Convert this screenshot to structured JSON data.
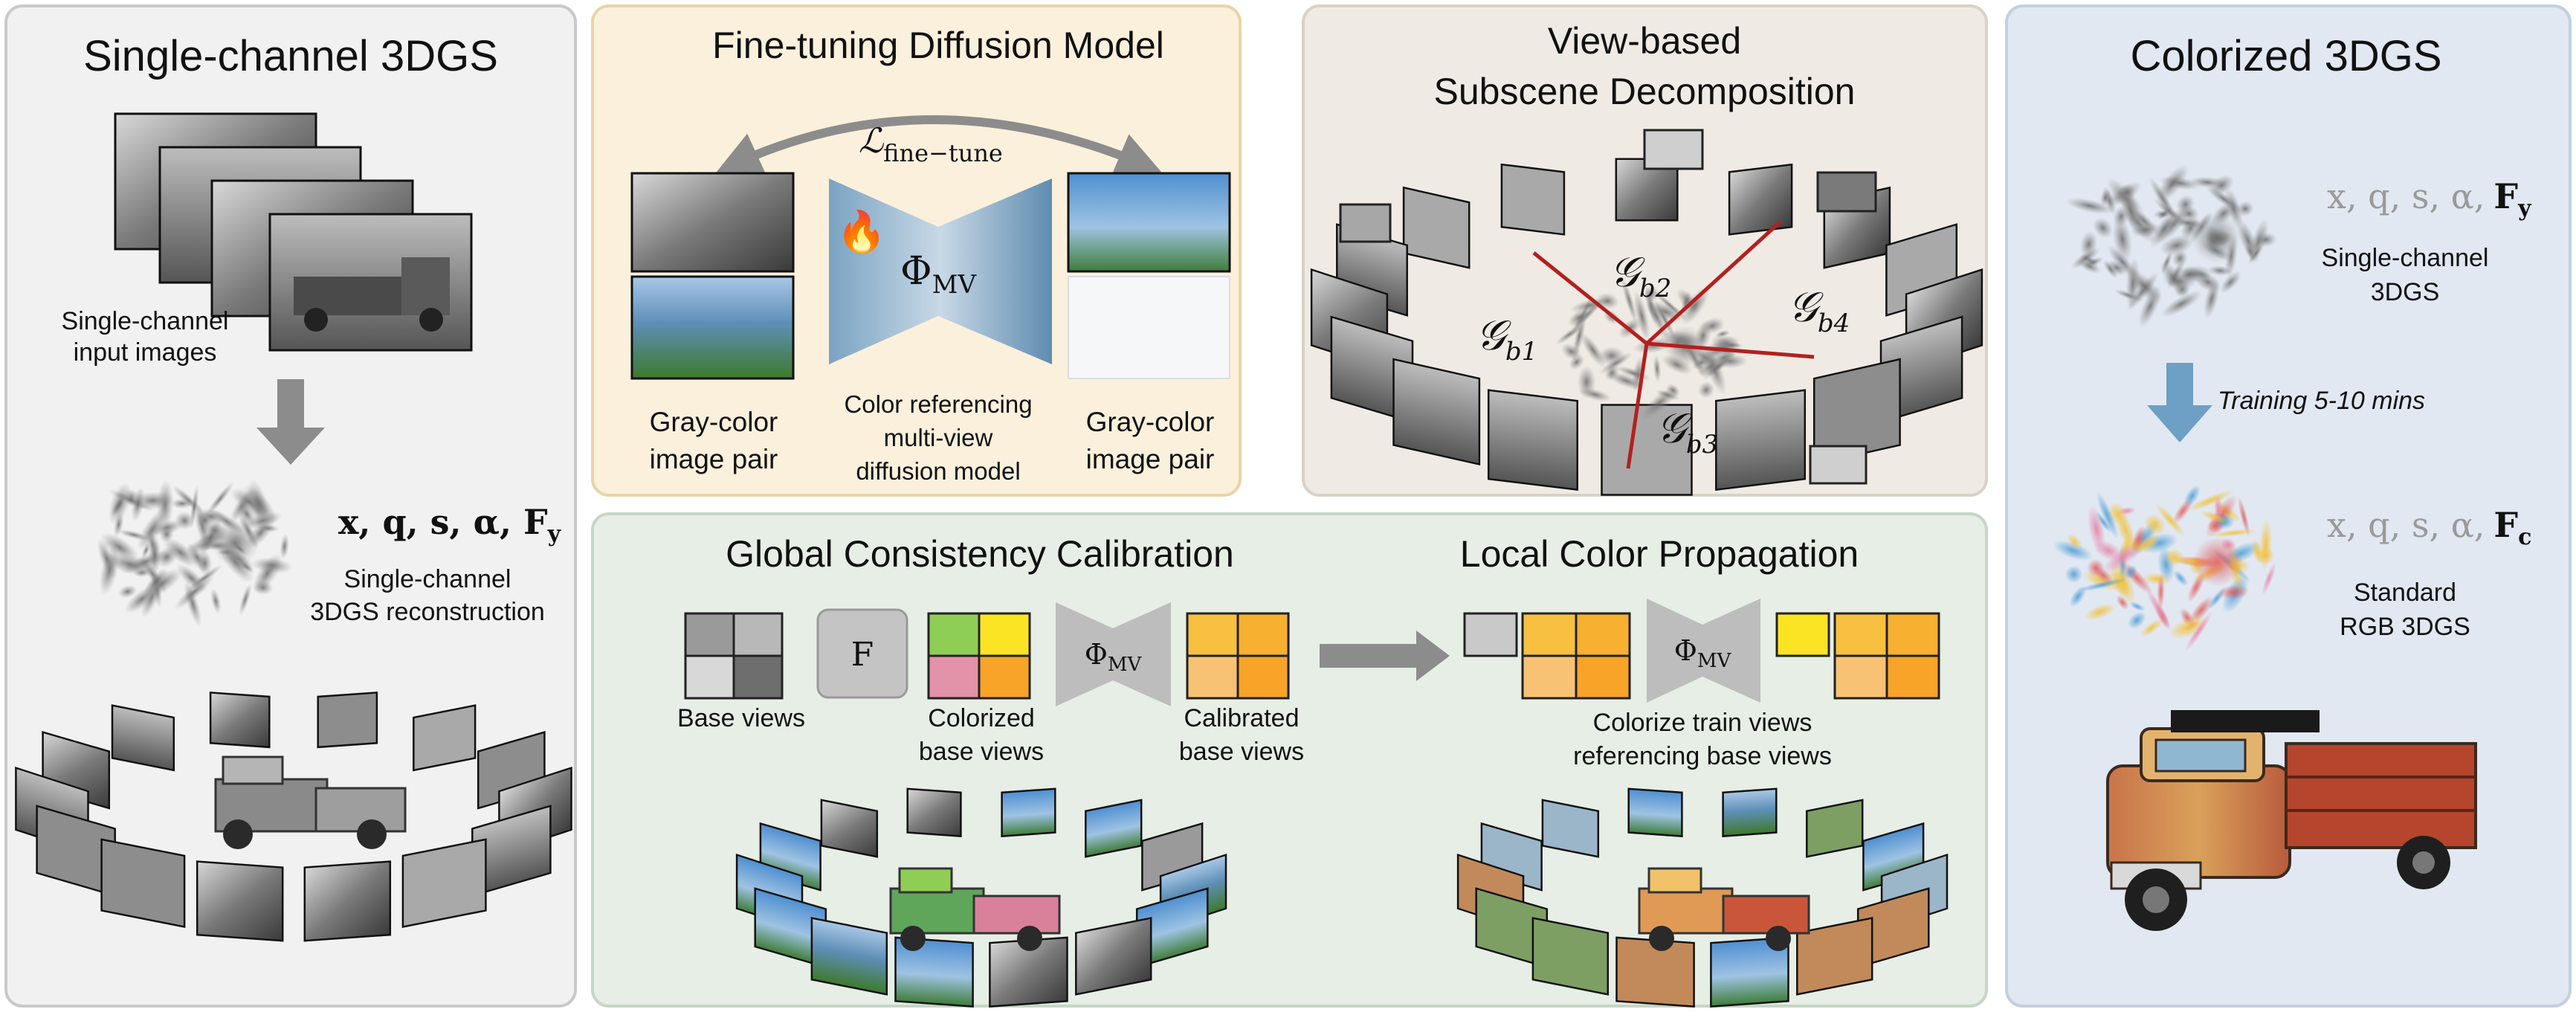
{
  "panels": {
    "single": {
      "title": "Single-channel 3DGS",
      "input_caption": [
        "Single-channel",
        "input images"
      ],
      "params": "x, q, s, α, F",
      "params_sub": "y",
      "recon_caption": [
        "Single-channel",
        "3DGS reconstruction"
      ]
    },
    "finetune": {
      "title": "Fine-tuning Diffusion Model",
      "loss": "ℒ",
      "loss_sub": "fine−tune",
      "model": "Φ",
      "model_sub": "MV",
      "left_caption": [
        "Gray-color",
        "image pair"
      ],
      "mid_caption": [
        "Color referencing",
        "multi-view",
        "diffusion model"
      ],
      "right_caption": [
        "Gray-color",
        "image pair"
      ],
      "flame_glyph": "🔥"
    },
    "subscene": {
      "title": [
        "View-based",
        "Subscene Decomposition"
      ],
      "g_symbol": "𝒢",
      "labels": [
        "b1",
        "b2",
        "b3",
        "b4"
      ]
    },
    "global": {
      "title": "Global Consistency Calibration",
      "f_label": "F",
      "model": "Φ",
      "model_sub": "MV",
      "base_caption": "Base views",
      "colorized_caption": [
        "Colorized",
        "base views"
      ],
      "calibrated_caption": [
        "Calibrated",
        "base views"
      ]
    },
    "local": {
      "title": "Local Color Propagation",
      "model": "Φ",
      "model_sub": "MV",
      "caption": [
        "Colorize train views",
        "referencing base views"
      ]
    },
    "colorized": {
      "title": "Colorized 3DGS",
      "params_gray": "x, q, s, α,",
      "params_top_bold": "F",
      "params_top_sub": "y",
      "top_caption": [
        "Single-channel",
        "3DGS"
      ],
      "training_label": "Training 5-10 mins",
      "params_bottom_bold": "F",
      "params_bottom_sub": "c",
      "bottom_caption": [
        "Standard",
        "RGB 3DGS"
      ]
    }
  },
  "colors": {
    "panel_gray": "#f1f1f1",
    "panel_yellow": "#fbf0dc",
    "panel_taupe": "#efebe4",
    "panel_green": "#e6eee6",
    "panel_blue": "#e1e8f1",
    "arrow_gray": "#8c8c8c",
    "arrow_blue": "#6e9fc5",
    "red_line": "#b3201f",
    "cell_yellow": "#fbe423",
    "cell_orange": "#f7a428",
    "cell_light_orange": "#f7c274",
    "cell_green": "#8fce55",
    "cell_pink": "#e292a9"
  }
}
